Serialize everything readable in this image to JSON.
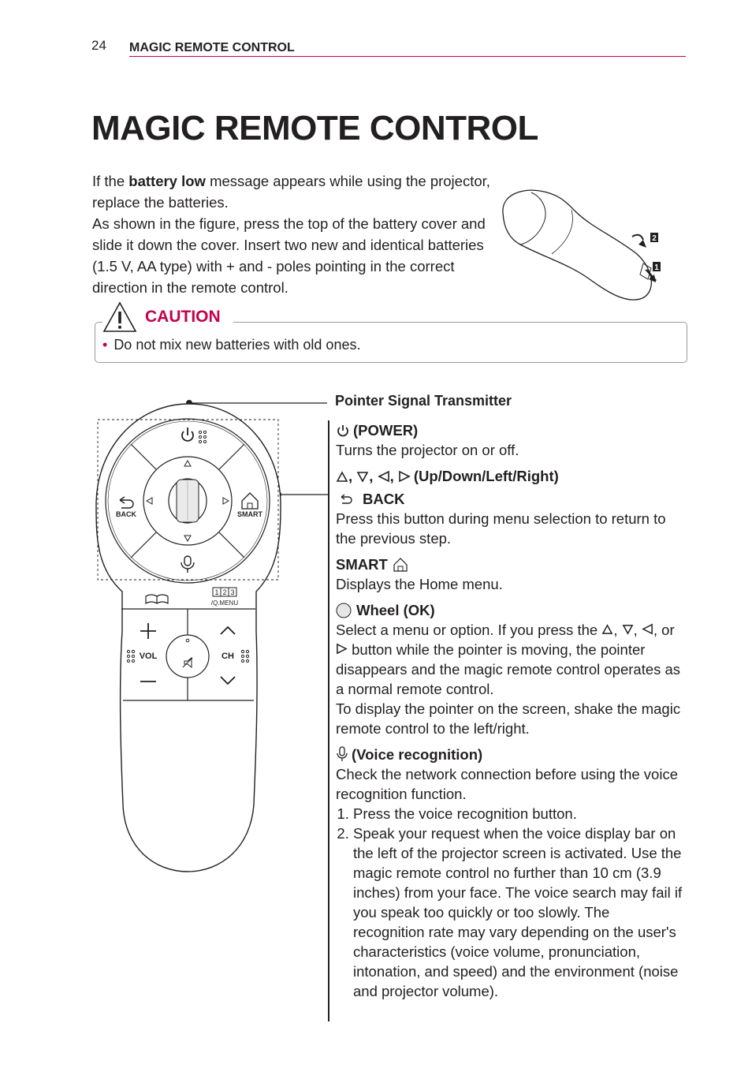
{
  "header": {
    "page_number": "24",
    "running_title": "MAGIC REMOTE CONTROL"
  },
  "title": "MAGIC REMOTE CONTROL",
  "intro": {
    "p1_before": "If the ",
    "p1_bold": "battery low",
    "p1_after": " message appears while using the projector, replace the batteries.",
    "p2": "As shown in the figure, press the top of the battery cover and slide it down the cover. Insert two new and identical batteries (1.5 V, AA type) with + and - poles pointing in the correct direction in the remote control."
  },
  "battery_figure": {
    "step1": "1",
    "step2": "2"
  },
  "caution": {
    "title": "CAUTION",
    "bullet": "•",
    "text": "Do not mix new batteries with old ones."
  },
  "remote": {
    "back_label": "BACK",
    "smart_label": "SMART",
    "num_label": "/Q.MENU",
    "num_digits": [
      "1",
      "2",
      "3"
    ],
    "vol_label": "VOL",
    "ch_label": "CH"
  },
  "pointer_label": "Pointer Signal Transmitter",
  "sections": {
    "power_head": "(POWER)",
    "power_text": "Turns the projector on or off.",
    "arrows_head": "(Up/Down/Left/Right)",
    "back_head": "BACK",
    "back_text": "Press this button during menu selection to return to the previous step.",
    "smart_head": "SMART",
    "smart_text": "Displays the Home menu.",
    "wheel_head": "Wheel (OK)",
    "wheel_text_1": "Select a menu or option. If you press the",
    "wheel_text_2": "or",
    "wheel_text_3": "button while the pointer is moving, the pointer disappears and the magic remote control operates as a normal remote control.",
    "wheel_text_4": "To display the pointer on the screen, shake the magic remote control to the left/right.",
    "voice_head": "(Voice recognition)",
    "voice_text": "Check the network connection before using the voice recognition function.",
    "voice_steps": [
      "Press the voice recognition button.",
      "Speak your request when the voice display bar on the left of the projector screen is activated. Use the magic remote control no further than 10 cm (3.9 inches) from your face. The voice search may fail if you speak too quickly or too slowly. The recognition rate may vary depending on the user's characteristics (voice volume, pronunciation, intonation, and speed) and the environment (noise and projector volume)."
    ]
  }
}
